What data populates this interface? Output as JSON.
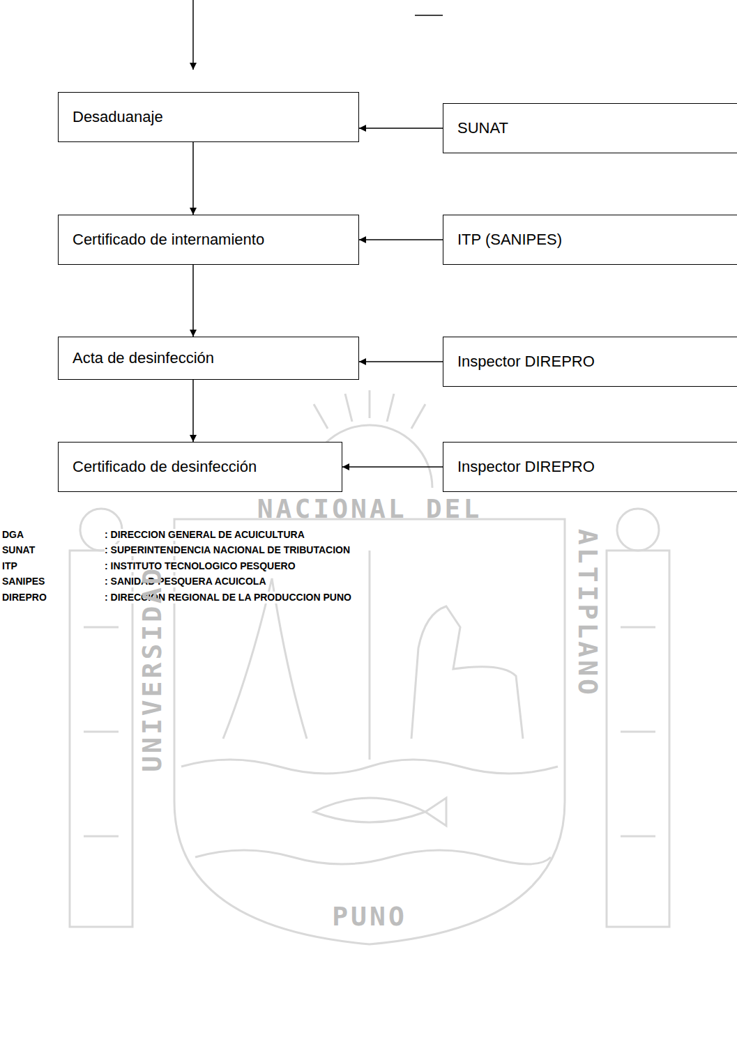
{
  "diagram": {
    "nodes": [
      {
        "text": [
          "Desaduanaje"
        ]
      },
      {
        "text": [
          "SUNAT"
        ]
      },
      {
        "text": [
          "Certificado de internamiento"
        ]
      },
      {
        "text": [
          "ITP (SANIPES)"
        ]
      },
      {
        "text": [
          "Acta de desinfección"
        ]
      },
      {
        "text": [
          "Inspector DIREPRO"
        ]
      },
      {
        "text": [
          "Certificado de desinfección"
        ]
      },
      {
        "text": [
          "Inspector DIREPRO"
        ]
      }
    ],
    "edges": [
      {
        "from": 1,
        "to": 0,
        "arrow": "to"
      },
      {
        "from": 0,
        "to": 2,
        "arrow": "to"
      },
      {
        "from": 3,
        "to": 2,
        "arrow": "to"
      },
      {
        "from": 2,
        "to": 4,
        "arrow": "to"
      },
      {
        "from": 5,
        "to": 4,
        "arrow": "to"
      },
      {
        "from": 4,
        "to": 6,
        "arrow": "to"
      },
      {
        "from": 7,
        "to": 6,
        "arrow": "to"
      }
    ],
    "labels": [
      "DGA",
      ": DIRECCION GENERAL DE ACUICULTURA",
      "SUNAT",
      ": SUPERINTENDENCIA NACIONAL DE TRIBUTACION",
      "ITP",
      ": INSTITUTO TECNOLOGICO PESQUERO",
      "SANIPES",
      ": SANIDAD PESQUERA ACUICOLA",
      "DIREPRO",
      ": DIRECCION REGIONAL DE LA PRODUCCION PUNO",
      "NACIONAL DEL",
      "UNIVERSIDAD",
      "ALTIPLANO",
      "PUNO"
    ]
  }
}
